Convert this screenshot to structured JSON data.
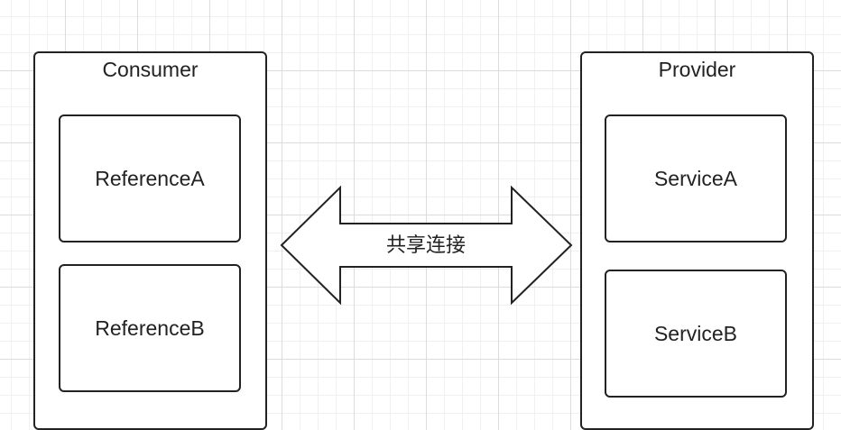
{
  "consumer": {
    "title": "Consumer",
    "items": [
      "ReferenceA",
      "ReferenceB"
    ]
  },
  "provider": {
    "title": "Provider",
    "items": [
      "ServiceA",
      "ServiceB"
    ]
  },
  "connection": {
    "label": "共享连接"
  },
  "colors": {
    "stroke": "#222222",
    "fill": "#ffffff",
    "grid": "#dcdcdc"
  }
}
